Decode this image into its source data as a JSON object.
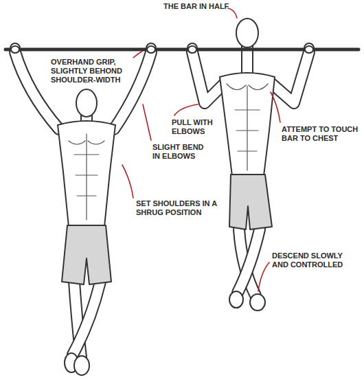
{
  "diagram": {
    "labels": [
      "THE BAR IN HALF",
      "OVERHAND GRIP, SLIGHTLY BEHOND SHOULDER-WIDTH",
      "SLIGHT BEND IN ELBOWS",
      "SET SHOULDERS IN A SHRUG POSITION",
      "PULL WITH ELBOWS",
      "ATTEMPT TO TOUCH BAR TO CHEST",
      "DESCEND SLOWLY AND CONTROLLED"
    ]
  }
}
